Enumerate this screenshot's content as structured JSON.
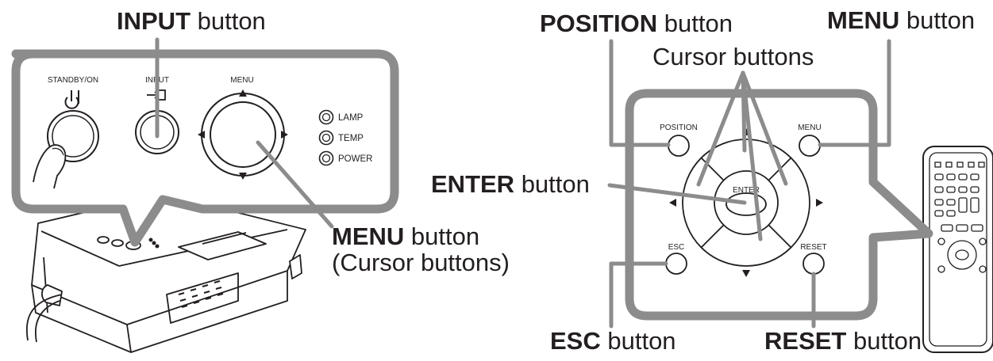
{
  "callouts": {
    "input": {
      "strong": "INPUT",
      "rest": " button"
    },
    "menu_left": {
      "strong": "MENU",
      "rest": " button",
      "line2": "(Cursor buttons)"
    },
    "position": {
      "strong": "POSITION",
      "rest": " button"
    },
    "menu_right": {
      "strong": "MENU",
      "rest": " button"
    },
    "cursor": {
      "text": "Cursor buttons"
    },
    "enter": {
      "strong": "ENTER",
      "rest": " button"
    },
    "esc": {
      "strong": "ESC",
      "rest": " button"
    },
    "reset": {
      "strong": "RESET",
      "rest": " button"
    }
  },
  "control_panel": {
    "standby_label": "STANDBY/ON",
    "input_label": "INPUT",
    "menu_label": "MENU",
    "indicators": [
      "LAMP",
      "TEMP",
      "POWER"
    ]
  },
  "remote_panel": {
    "position_label": "POSITION",
    "menu_label": "MENU",
    "enter_label": "ENTER",
    "esc_label": "ESC",
    "reset_label": "RESET"
  },
  "colors": {
    "ink": "#231f20",
    "callout_gray": "#8c8c8c",
    "panel_fill": "#ffffff"
  },
  "icons": [
    "power-icon",
    "input-icon",
    "finger-icon",
    "arrow-up-icon",
    "arrow-down-icon",
    "arrow-left-icon",
    "arrow-right-icon"
  ]
}
